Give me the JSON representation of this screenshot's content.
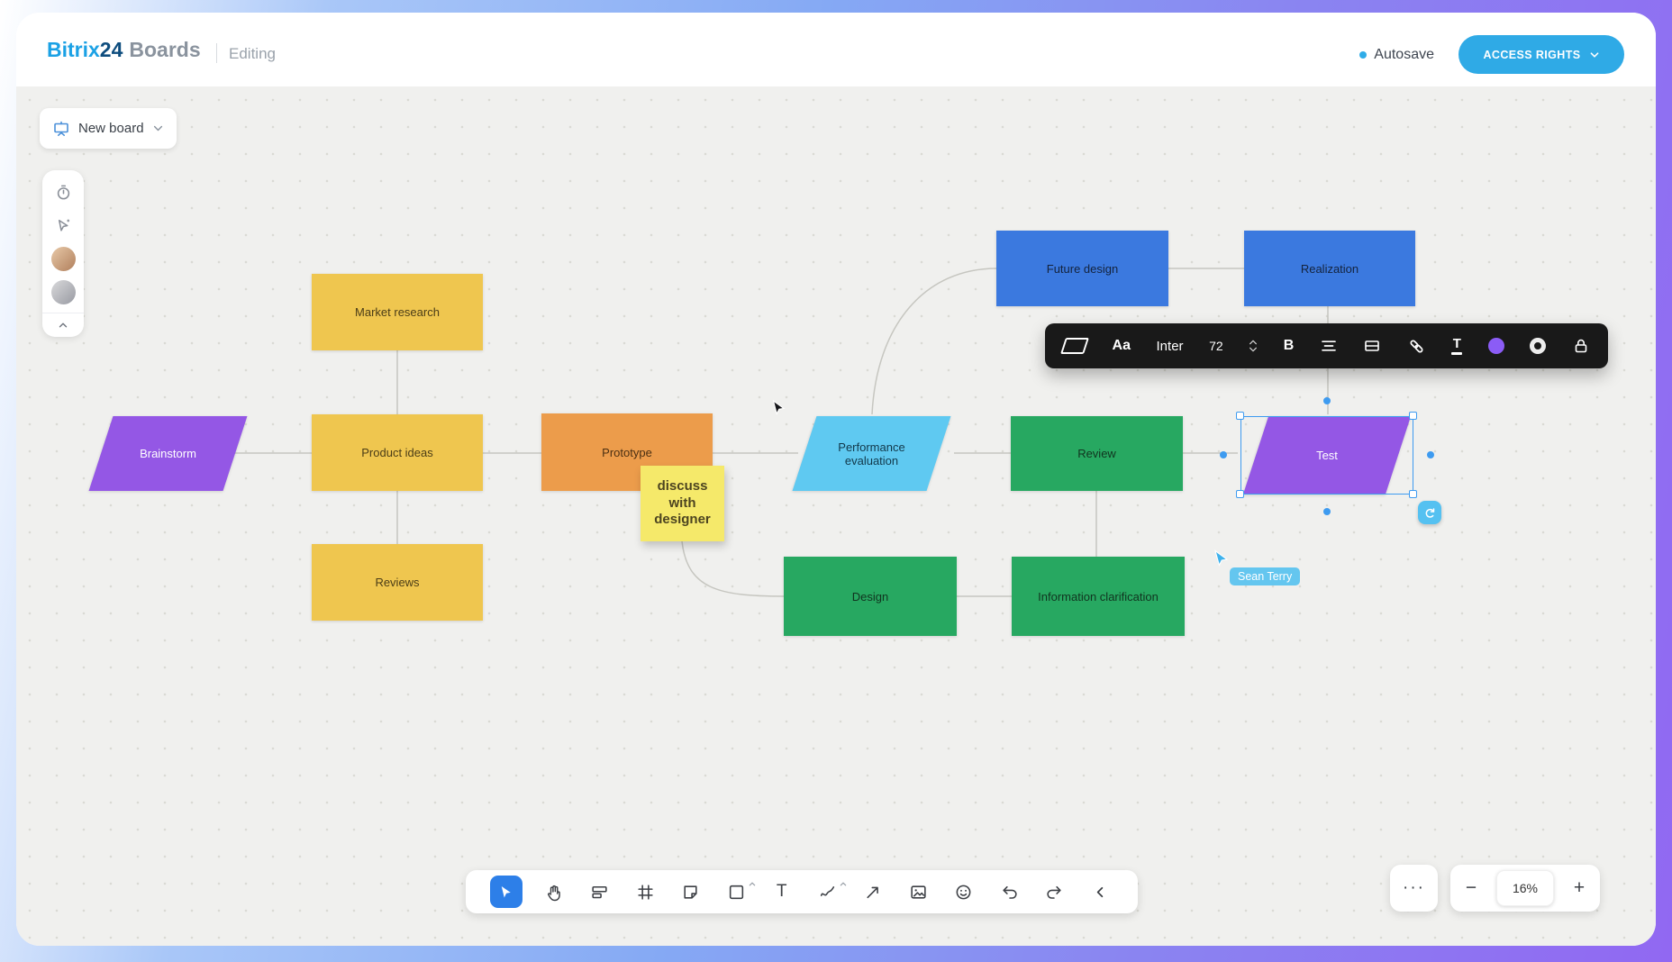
{
  "header": {
    "logo_bitrix": "Bitrix",
    "logo_24": "24",
    "logo_boards": "Boards",
    "mode_label": "Editing",
    "autosave_label": "Autosave",
    "access_rights_label": "ACCESS RIGHTS"
  },
  "board_selector": {
    "label": "New board"
  },
  "shapes": {
    "brainstorm": "Brainstorm",
    "market_research": "Market research",
    "product_ideas": "Product ideas",
    "reviews": "Reviews",
    "prototype": "Prototype",
    "performance_evaluation": "Performance evaluation",
    "future_design": "Future design",
    "realization": "Realization",
    "review": "Review",
    "design": "Design",
    "information_clarification": "Information clarification",
    "test": "Test"
  },
  "sticky_note": {
    "text": "discuss with designer"
  },
  "collaborator": {
    "name": "Sean Terry"
  },
  "selection_toolbar": {
    "font_sample": "Aa",
    "font_name": "Inter",
    "font_size": "72",
    "bold_glyph": "B",
    "icons": [
      "parallelogram-shape-icon",
      "font-size-stepper",
      "bold",
      "align-center-icon",
      "border-icon",
      "link-icon",
      "text-color-icon",
      "fill-color-swatch",
      "stroke-color-swatch",
      "lock-icon"
    ]
  },
  "left_toolbar": {
    "icons": [
      "timer-icon",
      "pointer-icon",
      "avatar",
      "avatar",
      "collapse-up-icon"
    ]
  },
  "bottom_toolbar": {
    "text_tool_glyph": "T",
    "icons": [
      "select-tool",
      "hand-tool",
      "sections-tool",
      "frame-tool",
      "sticky-note-tool",
      "shape-tool",
      "text-tool",
      "draw-tool",
      "arrow-tool",
      "image-tool",
      "emoji-tool",
      "undo",
      "redo",
      "collapse"
    ]
  },
  "zoom": {
    "minus_glyph": "−",
    "level": "16%",
    "plus_glyph": "+"
  },
  "more_glyph": "···",
  "colors": {
    "accent_blue": "#2FACE8",
    "shape_yellow": "#EFC64F",
    "shape_orange": "#EC9C4B",
    "shape_blue": "#3B79DF",
    "shape_green": "#27A861",
    "shape_purple": "#9457E5",
    "shape_cyan": "#5FC9F1",
    "sticky_yellow": "#F5E96A",
    "selection_blue": "#3E9BF0",
    "toolbar_dark": "#191919"
  }
}
